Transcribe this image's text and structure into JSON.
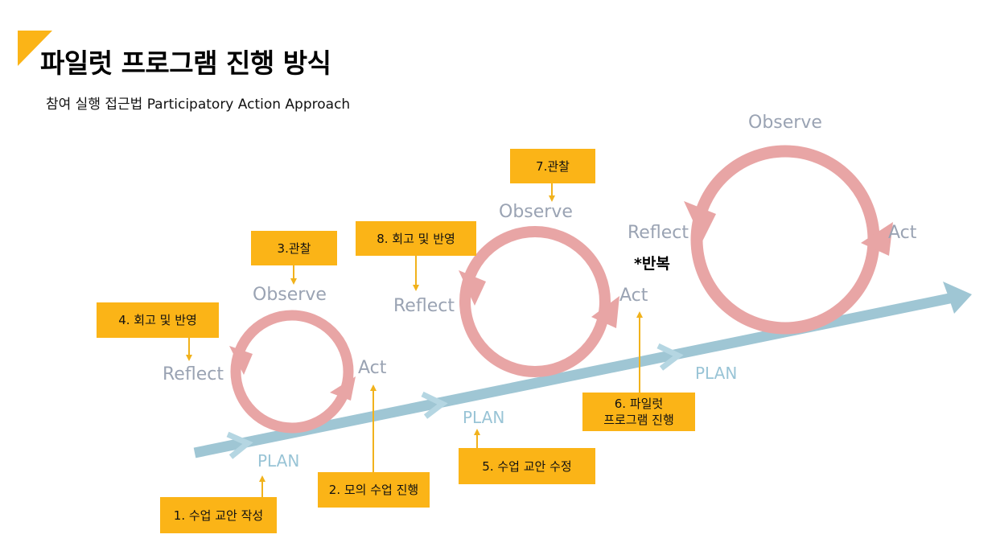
{
  "title": "파일럿 프로그램 진행 방식",
  "subtitle": "참여 실행 접근법 Participatory Action Approach",
  "cycle_labels": {
    "observe": "Observe",
    "act": "Act",
    "reflect": "Reflect",
    "plan": "PLAN"
  },
  "steps": [
    {
      "label": "1. 수업 교안 작성"
    },
    {
      "label": "2. 모의 수업 진행"
    },
    {
      "label": "3.관찰"
    },
    {
      "label": "4. 회고 및 반영"
    },
    {
      "label": "5. 수업 교안 수정"
    },
    {
      "label": "6. 파일럿\n프로그램 진행"
    },
    {
      "label": "7.관찰"
    },
    {
      "label": "8. 회고 및 반영"
    }
  ],
  "repeat_note": "*반복",
  "colors": {
    "accent": "#fbb417",
    "cycle": "#e8a5a5",
    "plan_arrow": "#9fc6d4",
    "label_grey": "#9aa3b3",
    "plan_text": "#99c4d6"
  }
}
